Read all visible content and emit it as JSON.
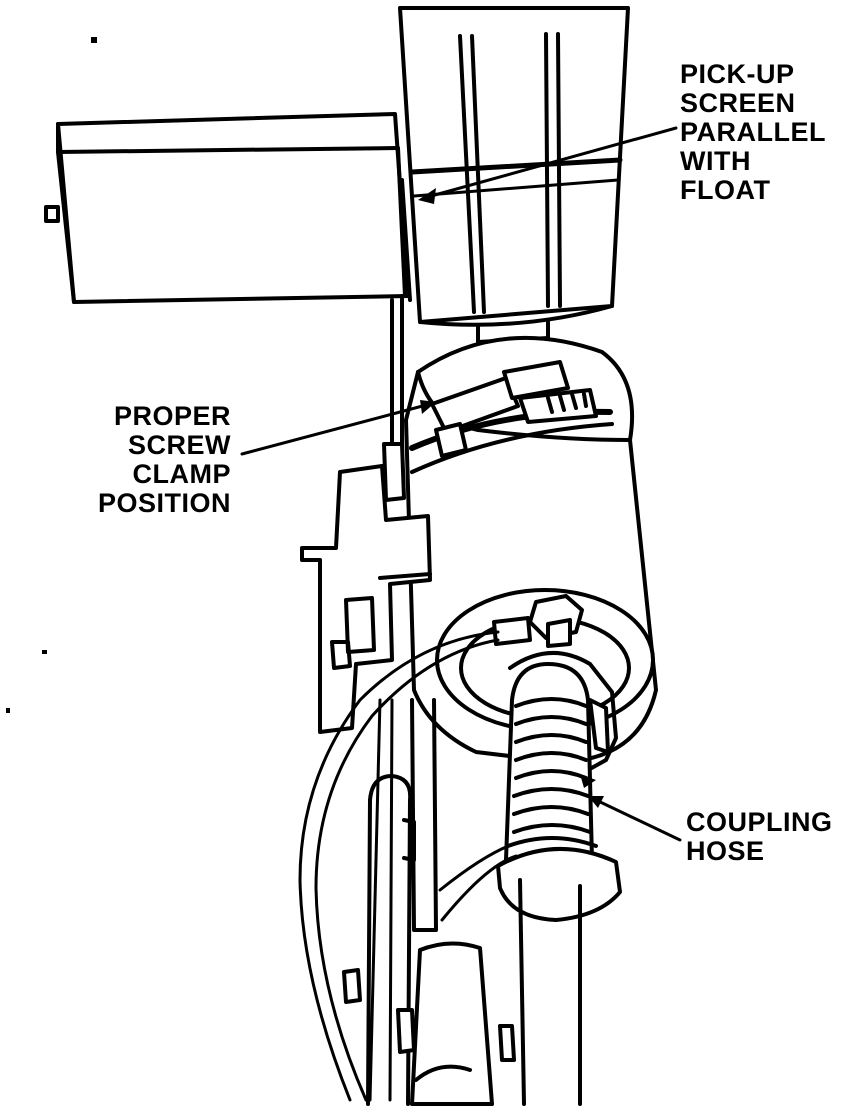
{
  "callouts": {
    "pickup_screen": [
      "PICK-UP",
      "SCREEN",
      "PARALLEL",
      "WITH",
      "FLOAT"
    ],
    "screw_clamp": [
      "PROPER",
      "SCREW",
      "CLAMP",
      "POSITION"
    ],
    "coupling_hose": [
      "COUPLING",
      "HOSE"
    ]
  },
  "colors": {
    "ink": "#000000",
    "paper": "#ffffff"
  }
}
